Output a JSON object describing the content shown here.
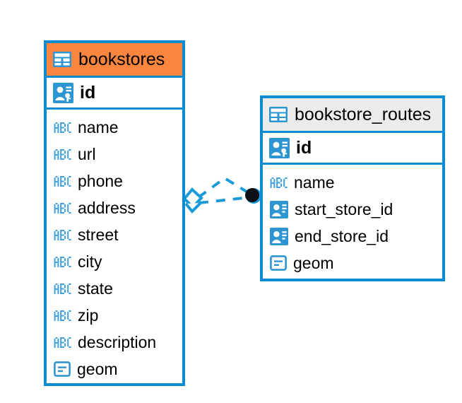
{
  "diagram": {
    "type": "entity-relationship-diagram",
    "background": "#ffffff",
    "accent_color": "#0b8bd0",
    "highlight_color": "#f9853f",
    "neutral_header_color": "#ebebeb",
    "text_color": "#000000"
  },
  "entities": [
    {
      "id": "bookstores",
      "name": "bookstores",
      "header_style": "accent",
      "header_icon": "table-icon",
      "primary_key": {
        "name": "id",
        "icon": "primary-key-icon"
      },
      "fields": [
        {
          "name": "name",
          "icon": "abc-text-icon"
        },
        {
          "name": "url",
          "icon": "abc-text-icon"
        },
        {
          "name": "phone",
          "icon": "abc-text-icon"
        },
        {
          "name": "address",
          "icon": "abc-text-icon"
        },
        {
          "name": "street",
          "icon": "abc-text-icon"
        },
        {
          "name": "city",
          "icon": "abc-text-icon"
        },
        {
          "name": "state",
          "icon": "abc-text-icon"
        },
        {
          "name": "zip",
          "icon": "abc-text-icon"
        },
        {
          "name": "description",
          "icon": "abc-text-icon"
        },
        {
          "name": "geom",
          "icon": "geometry-icon"
        }
      ]
    },
    {
      "id": "bookstore_routes",
      "name": "bookstore_routes",
      "header_style": "neutral",
      "header_icon": "table-icon",
      "primary_key": {
        "name": "id",
        "icon": "primary-key-icon"
      },
      "fields": [
        {
          "name": "name",
          "icon": "abc-text-icon"
        },
        {
          "name": "start_store_id",
          "icon": "foreign-key-icon"
        },
        {
          "name": "end_store_id",
          "icon": "foreign-key-icon"
        },
        {
          "name": "geom",
          "icon": "geometry-icon"
        }
      ]
    }
  ],
  "relationship": {
    "from_entity": "bookstores",
    "to_entity": "bookstore_routes",
    "from_endpoint": "diamond-endpoint",
    "to_endpoint": "circle-endpoint",
    "line_style": "dashed",
    "line_color": "#1a9ad7",
    "edge_count": 2
  }
}
